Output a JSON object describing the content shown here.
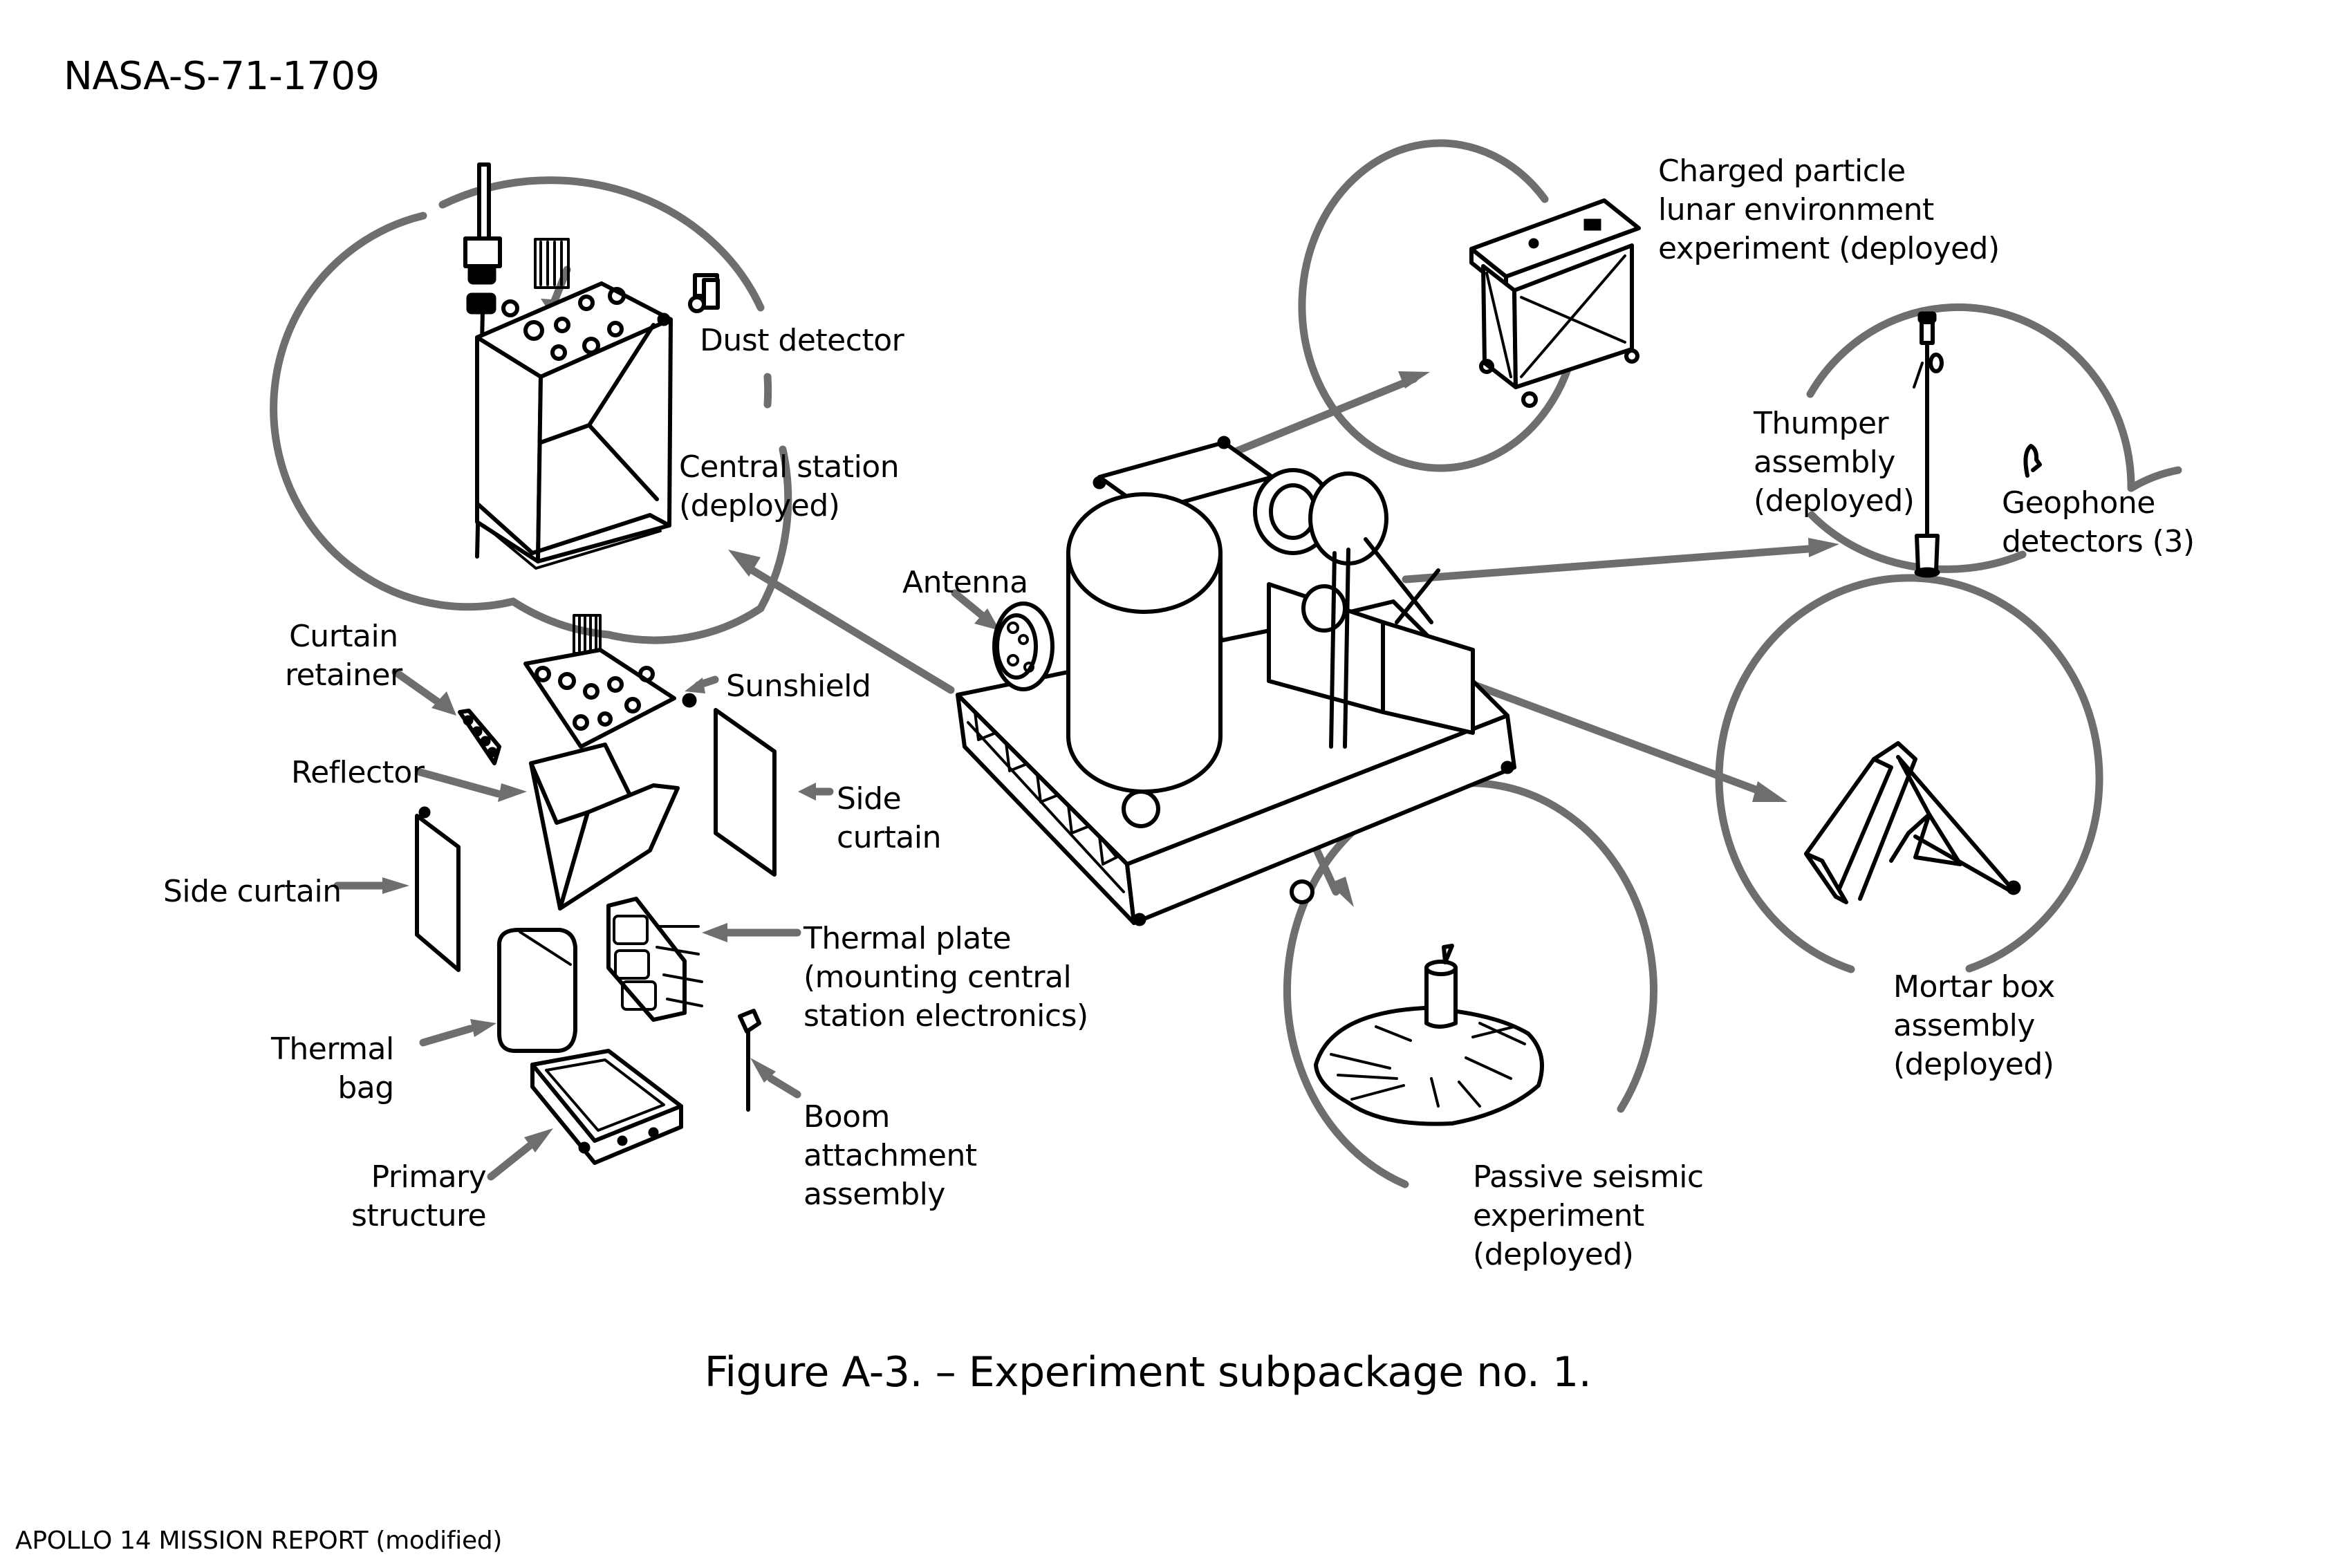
{
  "document": {
    "id": "NASA-S-71-1709",
    "caption": "Figure A-3. – Experiment subpackage no. 1.",
    "footer": "APOLLO 14 MISSION REPORT (modified)"
  },
  "colors": {
    "callout_gray": "#6e6e6e",
    "line_art": "#000000",
    "background": "#ffffff"
  },
  "labels": {
    "dust_detector": "Dust detector",
    "central_station": "Central station\n(deployed)",
    "curtain_retainer": "Curtain\nretainer",
    "sunshield": "Sunshield",
    "reflector": "Reflector",
    "side_curtain_right": "Side\ncurtain",
    "side_curtain_left": "Side curtain",
    "thermal_plate": "Thermal plate\n(mounting central\nstation electronics)",
    "thermal_bag": "Thermal\nbag",
    "primary_structure": "Primary\nstructure",
    "boom_attachment": "Boom\nattachment\nassembly",
    "antenna": "Antenna",
    "charged_particle": "Charged particle\nlunar environment\nexperiment (deployed)",
    "thumper": "Thumper\nassembly\n(deployed)",
    "geophone": "Geophone\ndetectors (3)",
    "mortar_box": "Mortar box\nassembly\n(deployed)",
    "passive_seismic": "Passive seismic\nexperiment\n(deployed)"
  }
}
